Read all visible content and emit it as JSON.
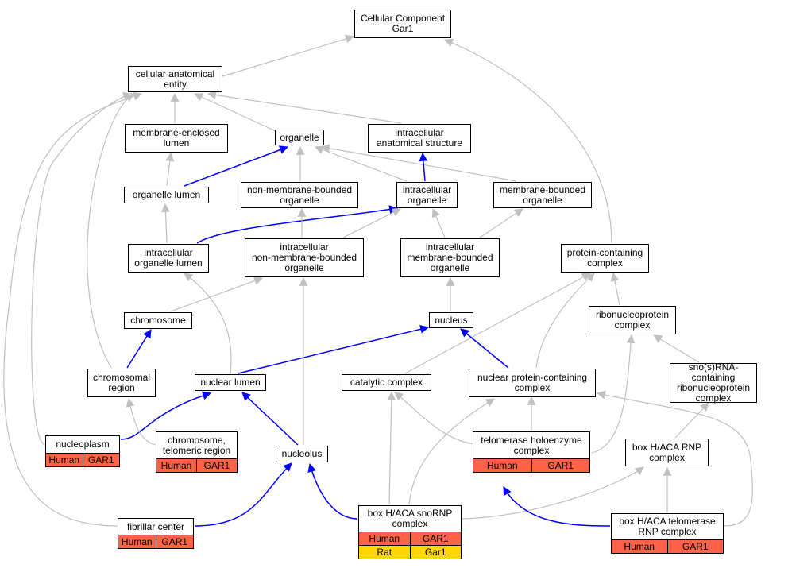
{
  "colors": {
    "edge_is_a": "#c0c0c0",
    "edge_part_of": "#0000ff",
    "annotation_human": "#ff6347",
    "annotation_rat": "#ffd700"
  },
  "nodes": {
    "root": [
      "Cellular Component",
      "Gar1"
    ],
    "cae": [
      "cellular anatomical",
      "entity"
    ],
    "mel": [
      "membrane-enclosed",
      "lumen"
    ],
    "organelle": [
      "organelle"
    ],
    "ias": [
      "intracellular",
      "anatomical structure"
    ],
    "olumen": [
      "organelle lumen"
    ],
    "nmbo": [
      "non-membrane-bounded",
      "organelle"
    ],
    "io": [
      "intracellular",
      "organelle"
    ],
    "mbo": [
      "membrane-bounded",
      "organelle"
    ],
    "iol": [
      "intracellular",
      "organelle lumen"
    ],
    "inmbo": [
      "intracellular",
      "non-membrane-bounded",
      "organelle"
    ],
    "imbo": [
      "intracellular",
      "membrane-bounded",
      "organelle"
    ],
    "pcc": [
      "protein-containing",
      "complex"
    ],
    "chromosome": [
      "chromosome"
    ],
    "nucleus": [
      "nucleus"
    ],
    "rnp": [
      "ribonucleoprotein",
      "complex"
    ],
    "chrreg": [
      "chromosomal",
      "region"
    ],
    "nlumen": [
      "nuclear lumen"
    ],
    "catc": [
      "catalytic complex"
    ],
    "npcc": [
      "nuclear protein-containing",
      "complex"
    ],
    "snornp": [
      "sno(s)RNA-containing",
      "ribonucleoprotein",
      "complex"
    ],
    "nucleoplasm": [
      "nucleoplasm"
    ],
    "telreg": [
      "chromosome,",
      "telomeric region"
    ],
    "nucleolus": [
      "nucleolus"
    ],
    "telholo": [
      "telomerase holoenzyme",
      "complex"
    ],
    "hacarnp": [
      "box H/ACA RNP",
      "complex"
    ],
    "fibc": [
      "fibrillar center"
    ],
    "hacasno": [
      "box H/ACA snoRNP",
      "complex"
    ],
    "hacatel": [
      "box H/ACA telomerase",
      "RNP complex"
    ]
  },
  "annotations": {
    "nucleoplasm": [
      [
        "Human",
        "GAR1"
      ]
    ],
    "telreg": [
      [
        "Human",
        "GAR1"
      ]
    ],
    "telholo": [
      [
        "Human",
        "GAR1"
      ]
    ],
    "fibc": [
      [
        "Human",
        "GAR1"
      ]
    ],
    "hacasno": [
      [
        "Human",
        "GAR1"
      ],
      [
        "Rat",
        "Gar1"
      ]
    ],
    "hacatel": [
      [
        "Human",
        "GAR1"
      ]
    ]
  }
}
